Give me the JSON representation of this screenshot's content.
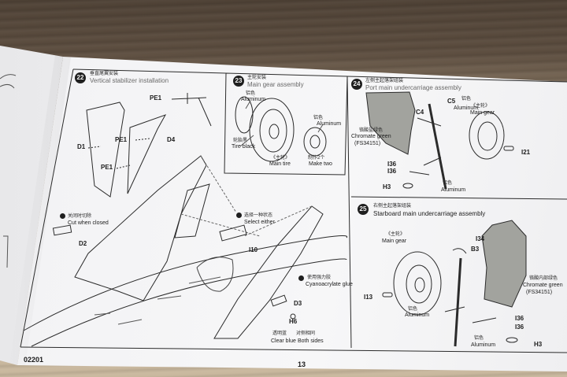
{
  "page": {
    "catalog_number": "02201",
    "page_number": "13"
  },
  "step22": {
    "number": "22",
    "title_cn": "垂直尾翼安装",
    "title_en": "Vertical stabilizer installation",
    "pe1_top": "PE1",
    "d4": "D4",
    "d1": "D1",
    "pe1_mid": "PE1",
    "pe1_low": "PE1",
    "d2": "D2",
    "i10": "I10",
    "d3": "D3",
    "h6": "H6",
    "cut_cn": "关闭时切除",
    "cut_en": "Cut when closed",
    "select_cn": "选择一种状态",
    "select_en": "Select either",
    "glue_cn": "使用强力胶",
    "glue_en": "Cyanoacrylate glue",
    "clear_cn": "透明蓝",
    "clear_en": "Clear blue",
    "both_cn": "对侧相同",
    "both_en": "Both sides"
  },
  "step23": {
    "number": "23",
    "title_cn": "主轮安装",
    "title_en": "Main gear assembly",
    "alu1_cn": "铝色",
    "alu1_en": "Aluminum",
    "alu2_cn": "铝色",
    "alu2_en": "Aluminum",
    "tire_cn": "轮胎黑",
    "tire_en": "Tire black",
    "main_tire_cn": "《主轮》",
    "main_tire_en": "Main tire",
    "make_two_cn": "制作2个",
    "make_two_en": "Make two"
  },
  "step24": {
    "number": "24",
    "title_cn": "左侧主起落架组装",
    "title_en": "Port main undercarriage assembly",
    "c5": "C5",
    "c5_cn": "铝色",
    "c5_en": "Aluminum",
    "c4": "C4",
    "main_gear_cn": "《主轮》",
    "main_gear_en": "Main gear",
    "green_cn": "铬酸盐绿色",
    "green_en": "Chromate green",
    "green_fs": "(FS34151)",
    "i21": "I21",
    "i36_a": "I36",
    "i36_b": "I36",
    "h3": "H3",
    "alu_cn": "铝色",
    "alu_en": "Aluminum"
  },
  "step25": {
    "number": "25",
    "title_cn": "右侧主起落架组装",
    "title_en": "Starboard main undercarriage assembly",
    "main_gear_cn": "《主轮》",
    "main_gear_en": "Main gear",
    "i34": "I34",
    "b3": "B3",
    "green_cn": "铬酸内部绿色",
    "green_en": "Chromate green",
    "green_fs": "(FS34151)",
    "i13": "I13",
    "i36_a": "I36",
    "i36_b": "I36",
    "h3": "H3",
    "alu1_cn": "铝色",
    "alu1_en": "Aluminum",
    "alu2_cn": "铝色",
    "alu2_en": "Aluminum"
  },
  "colors": {
    "chromate_green_panel": "#a2a39e",
    "ink": "#1f1f1f"
  }
}
